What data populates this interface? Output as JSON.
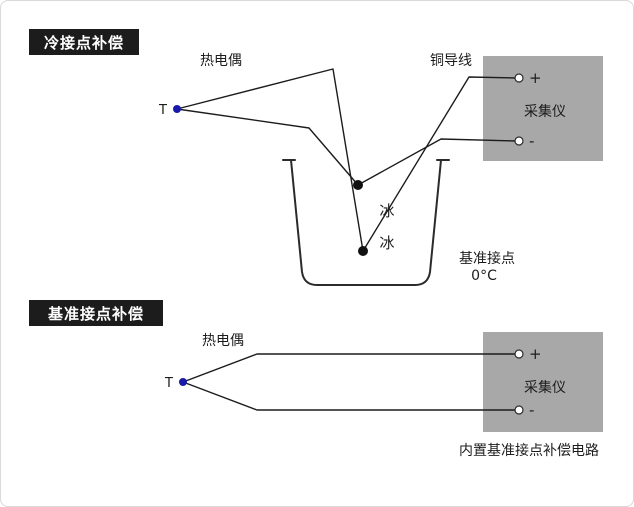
{
  "top_diagram": {
    "title": "冷接点补偿",
    "labels": {
      "thermocouple": "热电偶",
      "copper_wire": "铜导线",
      "t_point": "T",
      "ice_1": "冰",
      "ice_2": "冰",
      "reference_junction": "基准接点",
      "reference_temp": "0°C"
    },
    "instrument": {
      "name": "采集仪",
      "plus": "+",
      "minus": "-"
    }
  },
  "bottom_diagram": {
    "title": "基准接点补偿",
    "labels": {
      "thermocouple": "热电偶",
      "t_point": "T",
      "caption": "内置基准接点补偿电路"
    },
    "instrument": {
      "name": "采集仪",
      "plus": "+",
      "minus": "-"
    }
  },
  "colors": {
    "title_bg": "#1c1c1c",
    "title_fg": "#ffffff",
    "instrument_bg": "#a8a8a8",
    "wire": "#1c1c1c",
    "t_dot": "#1a1aaa",
    "junction_dot": "#111111",
    "border": "#d9d9d9"
  }
}
